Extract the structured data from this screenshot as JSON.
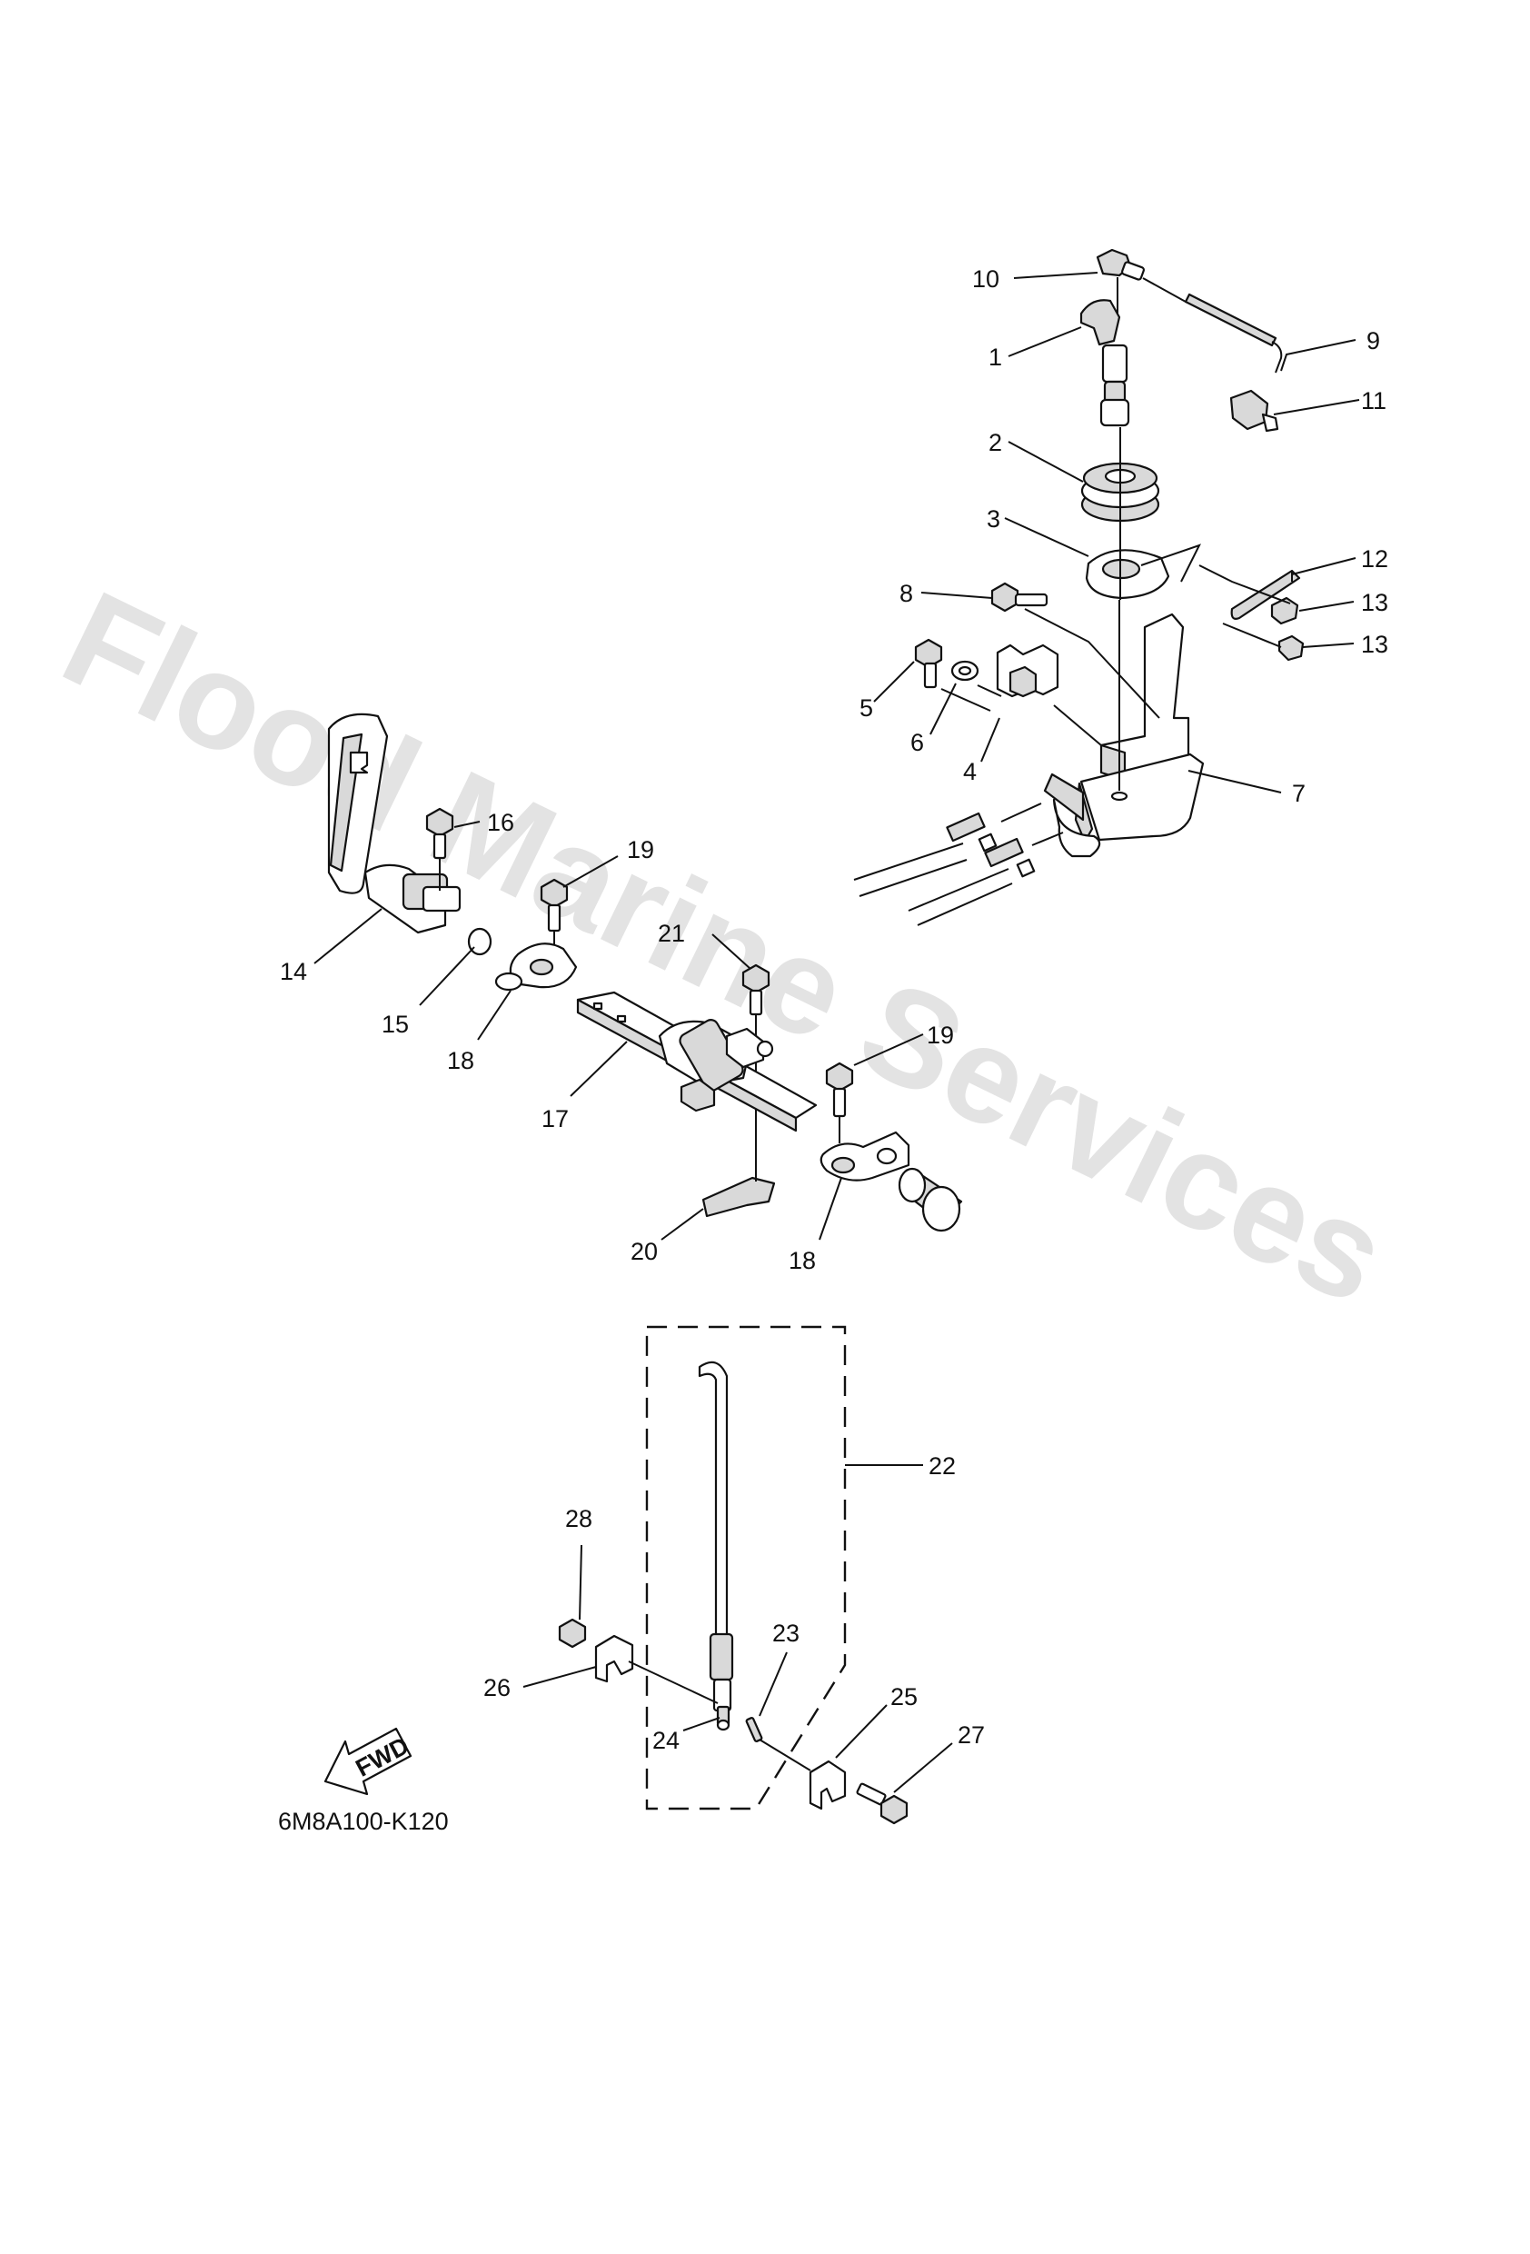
{
  "watermark": "Flood Marine Services",
  "diagram_code": "6M8A100-K120",
  "fwd_label": "FWD",
  "callouts": {
    "c1": "1",
    "c2": "2",
    "c3": "3",
    "c4": "4",
    "c5": "5",
    "c6": "6",
    "c7": "7",
    "c8": "8",
    "c9": "9",
    "c10": "10",
    "c11": "11",
    "c12": "12",
    "c13a": "13",
    "c13b": "13",
    "c14": "14",
    "c15": "15",
    "c16": "16",
    "c17": "17",
    "c18a": "18",
    "c18b": "18",
    "c19a": "19",
    "c19b": "19",
    "c20": "20",
    "c21": "21",
    "c22": "22",
    "c23": "23",
    "c24": "24",
    "c25": "25",
    "c26": "26",
    "c27": "27",
    "c28": "28"
  }
}
